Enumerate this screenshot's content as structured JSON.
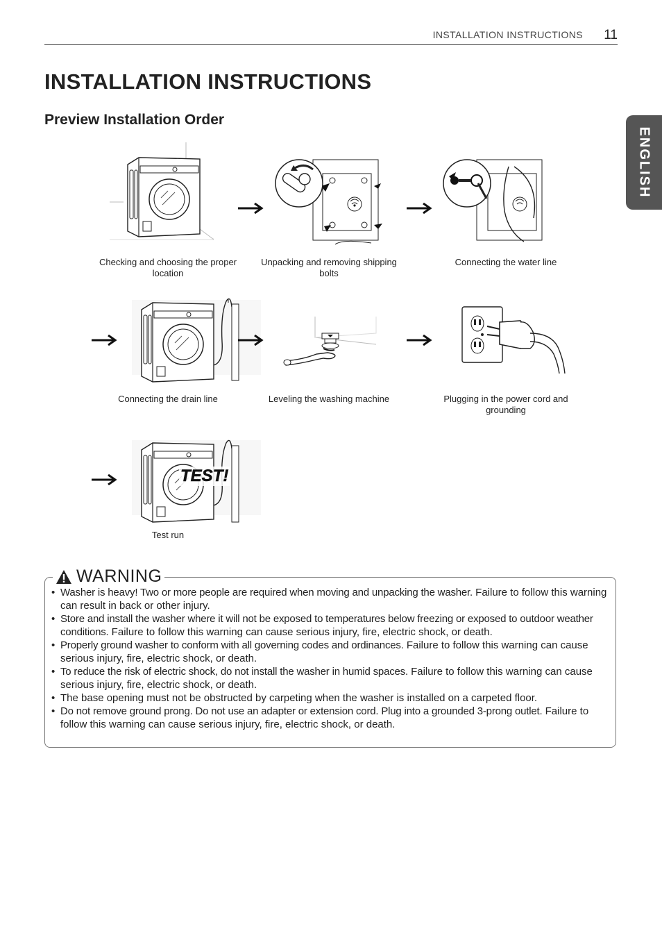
{
  "header": {
    "running_head": "INSTALLATION INSTRUCTIONS",
    "page_number": "11"
  },
  "language_tab": "ENGLISH",
  "page_title": "INSTALLATION INSTRUCTIONS",
  "section_title": "Preview Installation Order",
  "steps": [
    {
      "caption": "Checking and choosing the proper location"
    },
    {
      "caption": "Unpacking and removing shipping bolts"
    },
    {
      "caption": "Connecting the water line"
    },
    {
      "caption": "Connecting the drain line"
    },
    {
      "caption": "Leveling the washing machine"
    },
    {
      "caption": "Plugging in the power cord and grounding"
    },
    {
      "caption": "Test run",
      "label": "TEST!"
    }
  ],
  "warning": {
    "title": "WARNING",
    "items": [
      {
        "bold": "Washer is heavy! Two or more people are required when moving and unpacking the washer.",
        "text": " Failure to follow this warning can result in back or other injury."
      },
      {
        "bold": "Store and install the washer where it will not be exposed to temperatures below freezing or exposed to outdoor weather conditions.",
        "text": " Failure to follow this warning can cause serious injury, fire, electric shock, or death."
      },
      {
        "bold": "Properly ground washer to conform with all governing codes and ordinances.",
        "text": " Failure to follow this warning can cause serious injury, fire, electric shock, or death."
      },
      {
        "bold": "To reduce the risk of electric shock, do not install the washer in humid spaces.",
        "text": " Failure to follow this warning can cause serious injury, fire, electric shock, or death."
      },
      {
        "bold": "",
        "text": "The base opening must not be obstructed by carpeting when the washer is installed on a carpeted floor."
      },
      {
        "bold": "Do not remove ground prong. Do not use an adapter or extension cord. Plug into a grounded 3-prong outlet.",
        "text": " Failure to follow this warning can cause serious injury, fire, electric shock, or death."
      }
    ]
  },
  "colors": {
    "tab_bg": "#555555",
    "text": "#222222",
    "rule": "#444444"
  }
}
